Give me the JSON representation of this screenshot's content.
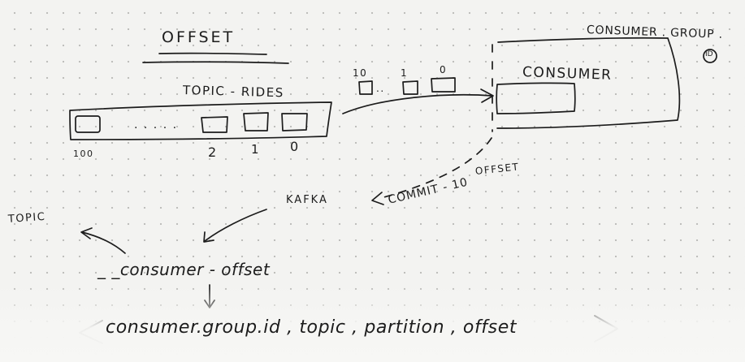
{
  "title": "OFFSET",
  "topic": {
    "label": "TOPIC - RIDES",
    "first_index": "100",
    "ellipsis": ". . . . .",
    "indices": [
      "2",
      "1",
      "0"
    ]
  },
  "messages": {
    "indices": [
      "10",
      "1",
      "0"
    ],
    "ellipsis": ".."
  },
  "consumer_group": {
    "label": "CONSUMER . GROUP .",
    "id": "ID",
    "consumer_label": "CONSUMER"
  },
  "commit": {
    "offset_label": "OFFSET",
    "text": "COMMIT - 10"
  },
  "kafka_label": "KAFKA",
  "topic_label": "TOPIC",
  "internal_topic": "_ _consumer - offset",
  "key_format": "consumer.group.id ,  topic ,  partition ,  offset"
}
